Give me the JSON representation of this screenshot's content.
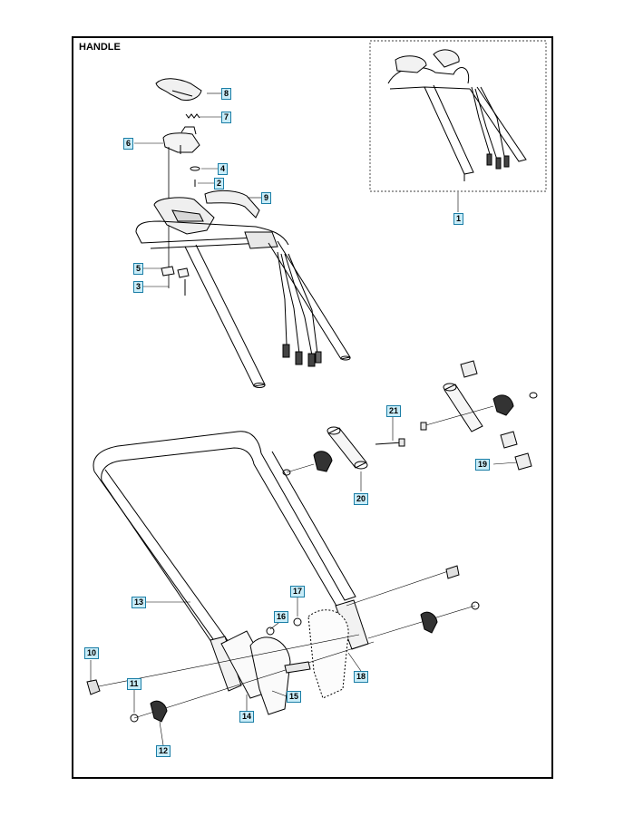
{
  "title": "HANDLE",
  "colors": {
    "callout_fill": "#c8ecf8",
    "callout_border": "#1b7ea6",
    "line": "#000000"
  },
  "callouts": {
    "c1": "1",
    "c2": "2",
    "c3": "3",
    "c4": "4",
    "c5": "5",
    "c6": "6",
    "c7": "7",
    "c8": "8",
    "c9": "9",
    "c10": "10",
    "c11": "11",
    "c12": "12",
    "c13": "13",
    "c14": "14",
    "c15": "15",
    "c16": "16",
    "c17": "17",
    "c18": "18",
    "c19": "19",
    "c20": "20",
    "c21": "21"
  }
}
